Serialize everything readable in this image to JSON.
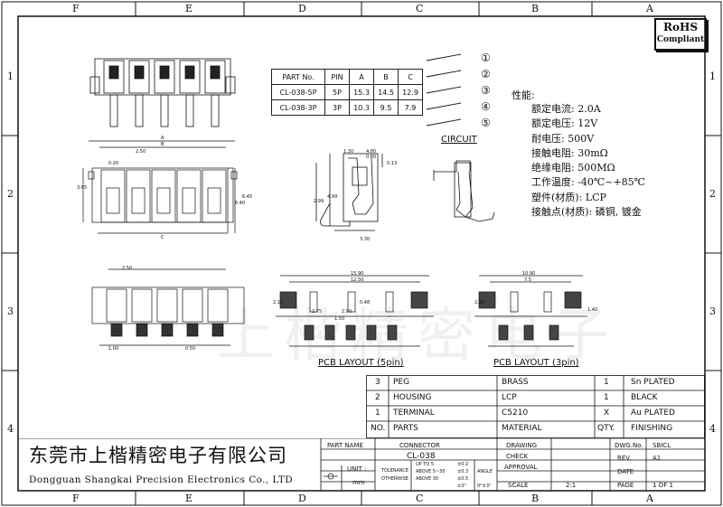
{
  "frame": {
    "columns": [
      "F",
      "E",
      "D",
      "C",
      "B",
      "A"
    ],
    "rows": [
      "1",
      "2",
      "3",
      "4"
    ]
  },
  "rohs": {
    "line1": "RoHS",
    "line2": "Compliant"
  },
  "part_table": {
    "headers": [
      "PART No.",
      "PIN",
      "A",
      "B",
      "C"
    ],
    "rows": [
      [
        "CL-038-5P",
        "5P",
        "15.3",
        "14.5",
        "12.9"
      ],
      [
        "CL-038-3P",
        "3P",
        "10.3",
        "9.5",
        "7.9"
      ]
    ]
  },
  "circuit": {
    "label": "CIRCUIT",
    "pins": [
      "①",
      "②",
      "③",
      "④",
      "⑤"
    ]
  },
  "specs": {
    "title": "性能:",
    "lines": [
      "额定电流: 2.0A",
      "额定电压: 12V",
      "耐电压: 500V",
      "接触电阻: 30mΩ",
      "绝缘电阻: 500MΩ",
      "工作温度: -40℃~+85℃",
      "塑件(材质): LCP",
      "接触点(材质): 磷铜, 镀金"
    ]
  },
  "dims": {
    "top_a": "A",
    "top_b": "B",
    "top_c": "C",
    "pitch": "2.50",
    "w020": "0.20",
    "h365": "3.65",
    "h640": "6.40",
    "h645": "6.45",
    "side_130": "1.30",
    "side_480": "4.80",
    "side_080": "0.80",
    "side_013": "0.13",
    "side_299": "2.99",
    "side_499": "4.99",
    "side_330": "3.30",
    "pcb_250": "2.50",
    "pcb_100": "1.00",
    "pcb_050": "0.50",
    "pcb5_1590": "15.90",
    "pcb5_1250": "12.50",
    "pcb5_210": "2.10",
    "pcb5_290": "2.90",
    "pcb5_150": "1.50",
    "pcb5_275": "2.75",
    "pcb5_048": "0.48",
    "pcb3_1090": "10.90",
    "pcb3_750": "7.5",
    "pcb3_210": "2.10",
    "pcb3_140": "1.40"
  },
  "pcb_labels": {
    "five": "PCB LAYOUT (5pin)",
    "three": "PCB LAYOUT (3pin)"
  },
  "bom": {
    "rows": [
      [
        "3",
        "PEG",
        "BRASS",
        "1",
        "Sn PLATED"
      ],
      [
        "2",
        "HOUSING",
        "LCP",
        "1",
        "BLACK"
      ],
      [
        "1",
        "TERMINAL",
        "C5210",
        "X",
        "Au PLATED"
      ]
    ],
    "header": [
      "NO.",
      "PARTS",
      "MATERIAL",
      "QTY.",
      "FINISHING"
    ]
  },
  "title_block": {
    "company_cn": "东莞市上楷精密电子有限公司",
    "company_en": "Dongguan Shangkai Precision Electronics Co., LTD",
    "part_name_label": "PART NAME",
    "part_name": "CONNECTOR",
    "part_no": "CL-038",
    "unit_label": "UNIT :",
    "unit": "mm",
    "tolerance_label": "TOLERANCE",
    "otherwise_label": "OTHERWISE",
    "tol_rows": [
      [
        "UP TO 5",
        "±0.2"
      ],
      [
        "ABOVE 5~30",
        "±0.3"
      ],
      [
        "ABOVE 30",
        "±0.5"
      ]
    ],
    "angle_label": "ANGLE",
    "angle_tol": "±3°",
    "angle_dim": "0°±3°",
    "drawing": "DRAWING",
    "check": "CHECK",
    "approval": "APPROVAL",
    "scale_label": "SCALE",
    "scale": "2:1",
    "dwg_label": "DWG.No.",
    "dwg": "SBICL",
    "rev_label": "REV.",
    "rev": "A1",
    "date_label": "DATE",
    "page_label": "PAGE",
    "page": "1 OF 1"
  },
  "watermark": "上楷精密电子"
}
